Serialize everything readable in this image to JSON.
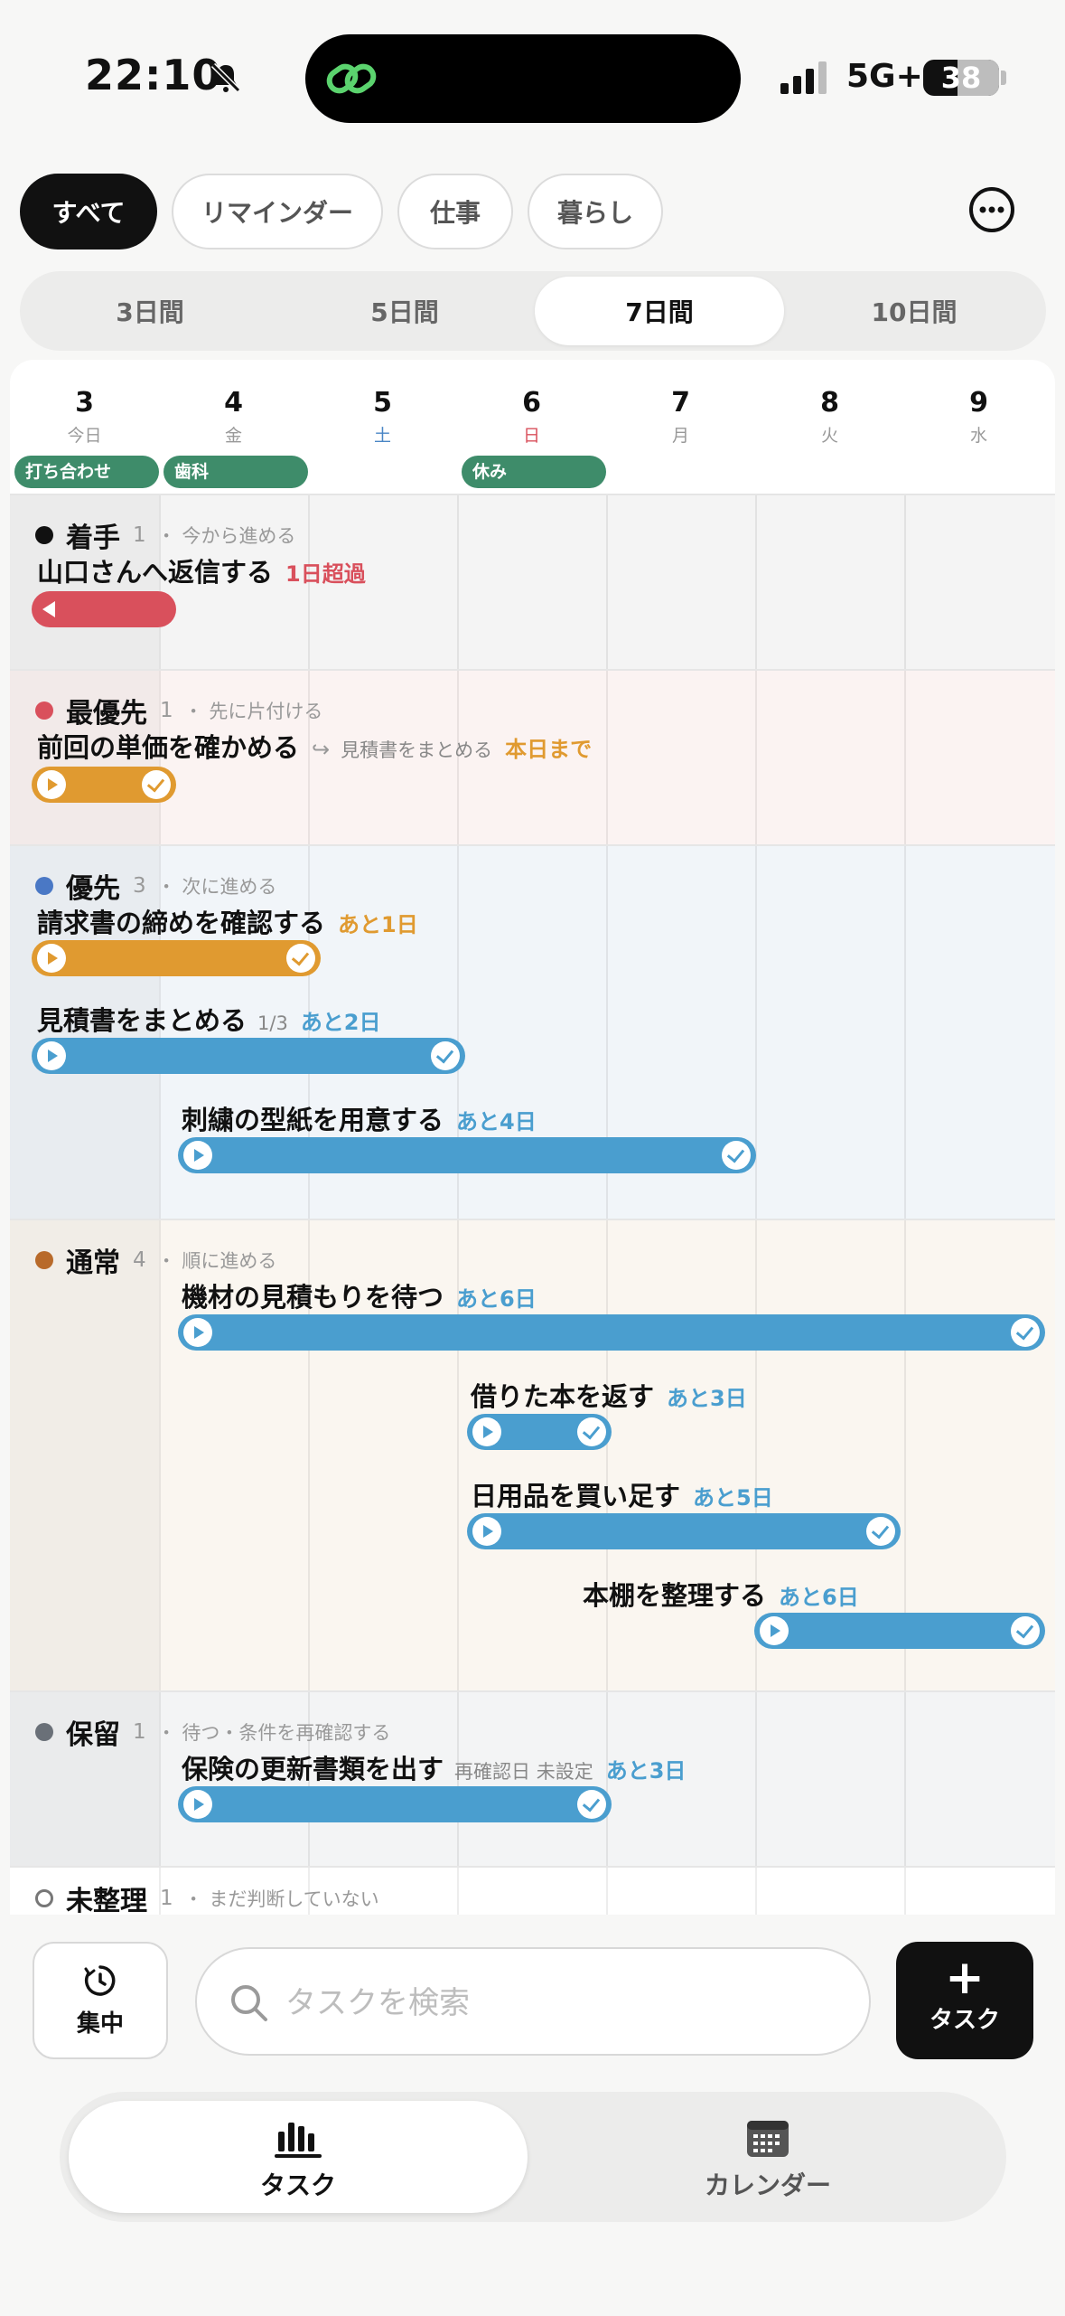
{
  "status": {
    "time": "22:10",
    "network": "5G+",
    "battery": "38"
  },
  "filters": {
    "items": [
      "すべて",
      "リマインダー",
      "仕事",
      "暮らし"
    ]
  },
  "ranges": {
    "items": [
      "3日間",
      "5日間",
      "7日間",
      "10日間"
    ],
    "selected": "7日間"
  },
  "calendar": {
    "days": [
      {
        "num": "3",
        "weekday": "今日"
      },
      {
        "num": "4",
        "weekday": "金"
      },
      {
        "num": "5",
        "weekday": "土"
      },
      {
        "num": "6",
        "weekday": "日"
      },
      {
        "num": "7",
        "weekday": "月"
      },
      {
        "num": "8",
        "weekday": "火"
      },
      {
        "num": "9",
        "weekday": "水"
      }
    ],
    "events": [
      "打ち合わせ",
      "歯科",
      "休み"
    ]
  },
  "sections": {
    "active": {
      "name": "着手",
      "count": "1",
      "desc": "・ 今から進める",
      "tasks": [
        {
          "title": "山口さんへ返信する",
          "due": "1日超過"
        }
      ]
    },
    "top": {
      "name": "最優先",
      "count": "1",
      "desc": "・ 先に片付ける",
      "tasks": [
        {
          "title": "前回の単価を確かめる",
          "parent": "見積書をまとめる",
          "due": "本日まで"
        }
      ]
    },
    "priority": {
      "name": "優先",
      "count": "3",
      "desc": "・ 次に進める",
      "tasks": [
        {
          "title": "請求書の締めを確認する",
          "due": "あと1日"
        },
        {
          "title": "見積書をまとめる",
          "progress": "1/3",
          "due": "あと2日"
        },
        {
          "title": "刺繍の型紙を用意する",
          "due": "あと4日"
        }
      ]
    },
    "normal": {
      "name": "通常",
      "count": "4",
      "desc": "・ 順に進める",
      "tasks": [
        {
          "title": "機材の見積もりを待つ",
          "due": "あと6日"
        },
        {
          "title": "借りた本を返す",
          "due": "あと3日"
        },
        {
          "title": "日用品を買い足す",
          "due": "あと5日"
        },
        {
          "title": "本棚を整理する",
          "due": "あと6日"
        }
      ]
    },
    "hold": {
      "name": "保留",
      "count": "1",
      "desc": "・ 待つ・条件を再確認する",
      "tasks": [
        {
          "title": "保険の更新書類を出す",
          "note": "再確認日 未設定",
          "due": "あと3日"
        }
      ]
    },
    "unsorted": {
      "name": "未整理",
      "count": "1",
      "desc": "・ まだ判断していない"
    }
  },
  "colors": {
    "blue": "#4a9ecf",
    "orange": "#e09a30",
    "red": "#d9505c",
    "green": "#3e8c6a"
  },
  "bottom": {
    "focus_label": "集中",
    "search_placeholder": "タスクを検索",
    "add_label": "タスク"
  },
  "tabs": {
    "tasks": "タスク",
    "calendar": "カレンダー"
  }
}
